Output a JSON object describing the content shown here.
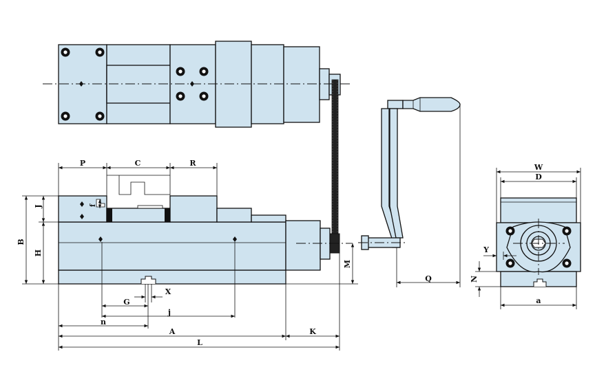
{
  "diagram": {
    "background": "#ffffff",
    "part_fill": "#cfe3ef",
    "line_color": "#111111",
    "labels": {
      "P": "P",
      "C": "C",
      "R": "R",
      "J": "J",
      "f": "f",
      "B": "B",
      "H": "H",
      "M": "M",
      "Q": "Q",
      "K": "K",
      "A": "A",
      "L": "L",
      "n": "n",
      "j": "j",
      "G": "G",
      "X": "X",
      "W": "W",
      "D": "D",
      "Y": "Y",
      "N": "N",
      "a": "a"
    }
  }
}
